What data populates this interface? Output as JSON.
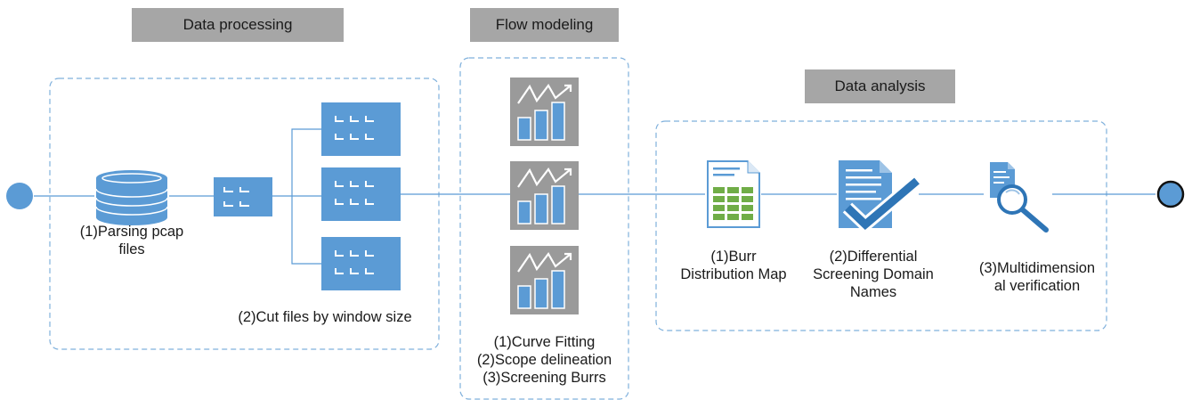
{
  "sections": {
    "data_processing": "Data processing",
    "flow_modeling": "Flow modeling",
    "data_analysis": "Data analysis"
  },
  "labels": {
    "parsing_line1": "(1)Parsing pcap",
    "parsing_line2": "files",
    "cut_files": "(2)Cut files by window size",
    "curve_fitting": "(1)Curve Fitting",
    "scope_delineation": "(2)Scope delineation",
    "screening_burrs": "(3)Screening Burrs",
    "burr_line1": "(1)Burr",
    "burr_line2": "Distribution Map",
    "diff_line1": "(2)Differential",
    "diff_line2": "Screening Domain",
    "diff_line3": "Names",
    "multi_line1": "(3)Multidimension",
    "multi_line2": "al verification"
  },
  "colors": {
    "blue": "#5b9bd5",
    "frame_blue": "#2e75b6",
    "dashed": "#7fb0dc",
    "banner_gray": "#a6a6a6",
    "tile_gray": "#9a9a9a",
    "green": "#70ad47"
  },
  "icons": [
    "start-node-icon",
    "database-icon",
    "file-split-icon",
    "chart-icon",
    "spreadsheet-doc-icon",
    "checked-doc-icon",
    "magnifier-doc-icon",
    "end-node-icon"
  ]
}
